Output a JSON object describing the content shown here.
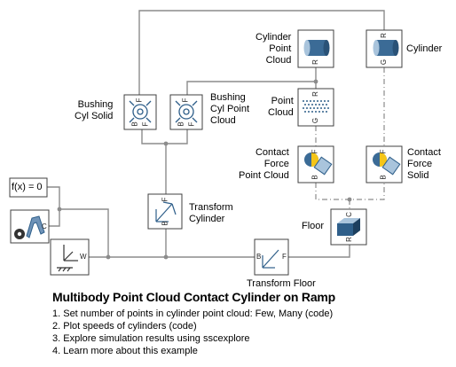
{
  "title": "Multibody Point Cloud Contact Cylinder on Ramp",
  "links": [
    "1. Set number of points in cylinder point cloud: Few, Many (code)",
    "2. Plot speeds of cylinders (code)",
    "3. Explore simulation results using sscexplore",
    "4. Learn more about this example"
  ],
  "blocks": {
    "cylinder_point_cloud": "Cylinder\nPoint\nCloud",
    "cylinder": "Cylinder",
    "bushing_cyl_solid": "Bushing\nCyl Solid",
    "bushing_cyl_point_cloud": "Bushing\nCyl Point\nCloud",
    "point_cloud": "Point\nCloud",
    "contact_force_point_cloud": "Contact\nForce\nPoint Cloud",
    "contact_force_solid": "Contact\nForce\nSolid",
    "transform_cylinder": "Transform\nCylinder",
    "floor": "Floor",
    "transform_floor": "Transform Floor",
    "solver_config": "f(x) = 0"
  },
  "ports": {
    "R": "R",
    "G": "G",
    "B": "B",
    "F": "F",
    "C": "C",
    "W": "W"
  },
  "colors": {
    "line": "#8c8c8c",
    "block_border": "#404040",
    "blue_part": "#2f5f8a",
    "yellow_part": "#f5c518",
    "icon_bg": "#ffffff"
  }
}
